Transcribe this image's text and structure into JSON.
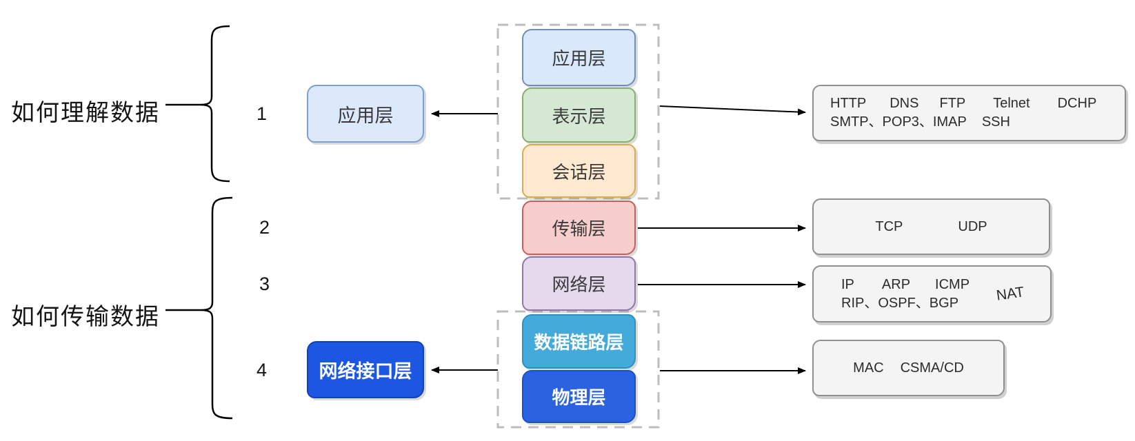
{
  "side_labels": {
    "understand": "如何理解数据",
    "transmit": "如何传输数据"
  },
  "row_numbers": [
    "1",
    "2",
    "3",
    "4"
  ],
  "tcpip": {
    "application": "应用层",
    "network_interface": "网络接口层"
  },
  "osi_layers": [
    {
      "label": "应用层",
      "fill": "#dae8fc",
      "border": "#6c8ebf",
      "text": "#3a3a3a"
    },
    {
      "label": "表示层",
      "fill": "#d5e8d4",
      "border": "#82b366",
      "text": "#3a3a3a"
    },
    {
      "label": "会话层",
      "fill": "#ffe9d1",
      "border": "#dcab47",
      "text": "#3a3a3a"
    },
    {
      "label": "传输层",
      "fill": "#f8cecc",
      "border": "#c0605c",
      "text": "#3a3a3a"
    },
    {
      "label": "网络层",
      "fill": "#e5d9ec",
      "border": "#9673a6",
      "text": "#3a3a3a"
    },
    {
      "label": "数据链路层",
      "fill": "#43aad9",
      "border": "#2e8fc0",
      "text": "#ffffff"
    },
    {
      "label": "物理层",
      "fill": "#2a62e0",
      "border": "#1c4fc4",
      "text": "#ffffff"
    }
  ],
  "tcpip_colors": {
    "application_fill": "#dbe9fb",
    "application_border": "#7d9fd8",
    "network_interface_fill": "#1b57e0",
    "network_interface_border": "#1141b8"
  },
  "protocols": {
    "application": {
      "line1": [
        "HTTP",
        "DNS",
        "FTP",
        "Telnet",
        "DCHP"
      ],
      "line2": [
        "SMTP、POP3、IMAP",
        "SSH"
      ]
    },
    "transport": {
      "line1": [
        "TCP",
        "UDP"
      ]
    },
    "network": {
      "line1": [
        "IP",
        "ARP",
        "ICMP"
      ],
      "line2": [
        "RIP、OSPF、BGP"
      ],
      "aside": "NAT"
    },
    "link": {
      "line1": [
        "MAC",
        "CSMA/CD"
      ]
    }
  }
}
